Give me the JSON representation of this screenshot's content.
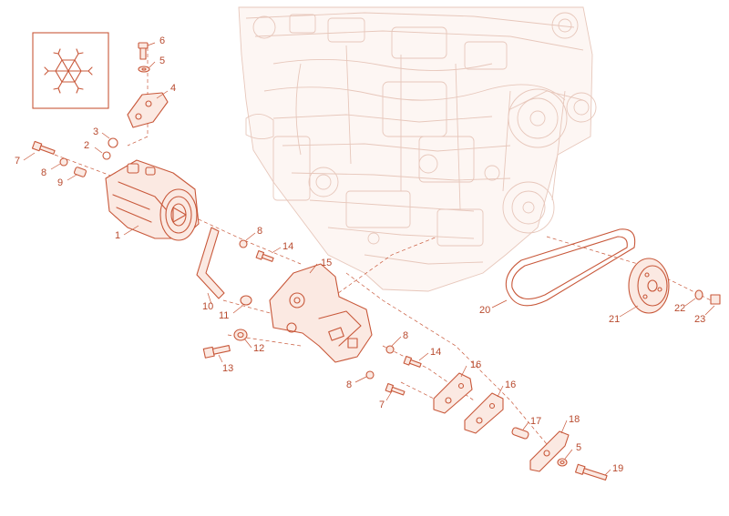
{
  "colors": {
    "part_line": "#c8583a",
    "label": "#b84a2e",
    "engine_ghost": "#e7c7bb",
    "background": "#ffffff"
  },
  "icons": {
    "system_symbol": "snowflake-icon"
  },
  "callouts": [
    {
      "id": "c6",
      "text": "6"
    },
    {
      "id": "c5a",
      "text": "5"
    },
    {
      "id": "c4",
      "text": "4"
    },
    {
      "id": "c3",
      "text": "3"
    },
    {
      "id": "c2",
      "text": "2"
    },
    {
      "id": "c7a",
      "text": "7"
    },
    {
      "id": "c8a",
      "text": "8"
    },
    {
      "id": "c9",
      "text": "9"
    },
    {
      "id": "c1",
      "text": "1"
    },
    {
      "id": "c8b",
      "text": "8"
    },
    {
      "id": "c14a",
      "text": "14"
    },
    {
      "id": "c15",
      "text": "15"
    },
    {
      "id": "c10",
      "text": "10"
    },
    {
      "id": "c11",
      "text": "11"
    },
    {
      "id": "c12",
      "text": "12"
    },
    {
      "id": "c13",
      "text": "13"
    },
    {
      "id": "c8c",
      "text": "8"
    },
    {
      "id": "c14b",
      "text": "14"
    },
    {
      "id": "c16a",
      "text": "16"
    },
    {
      "id": "c16b",
      "text": "16"
    },
    {
      "id": "c8d",
      "text": "8"
    },
    {
      "id": "c7b",
      "text": "7"
    },
    {
      "id": "c17",
      "text": "17"
    },
    {
      "id": "c18",
      "text": "18"
    },
    {
      "id": "c5b",
      "text": "5"
    },
    {
      "id": "c19",
      "text": "19"
    },
    {
      "id": "c20",
      "text": "20"
    },
    {
      "id": "c21",
      "text": "21"
    },
    {
      "id": "c22",
      "text": "22"
    },
    {
      "id": "c23",
      "text": "23"
    }
  ]
}
